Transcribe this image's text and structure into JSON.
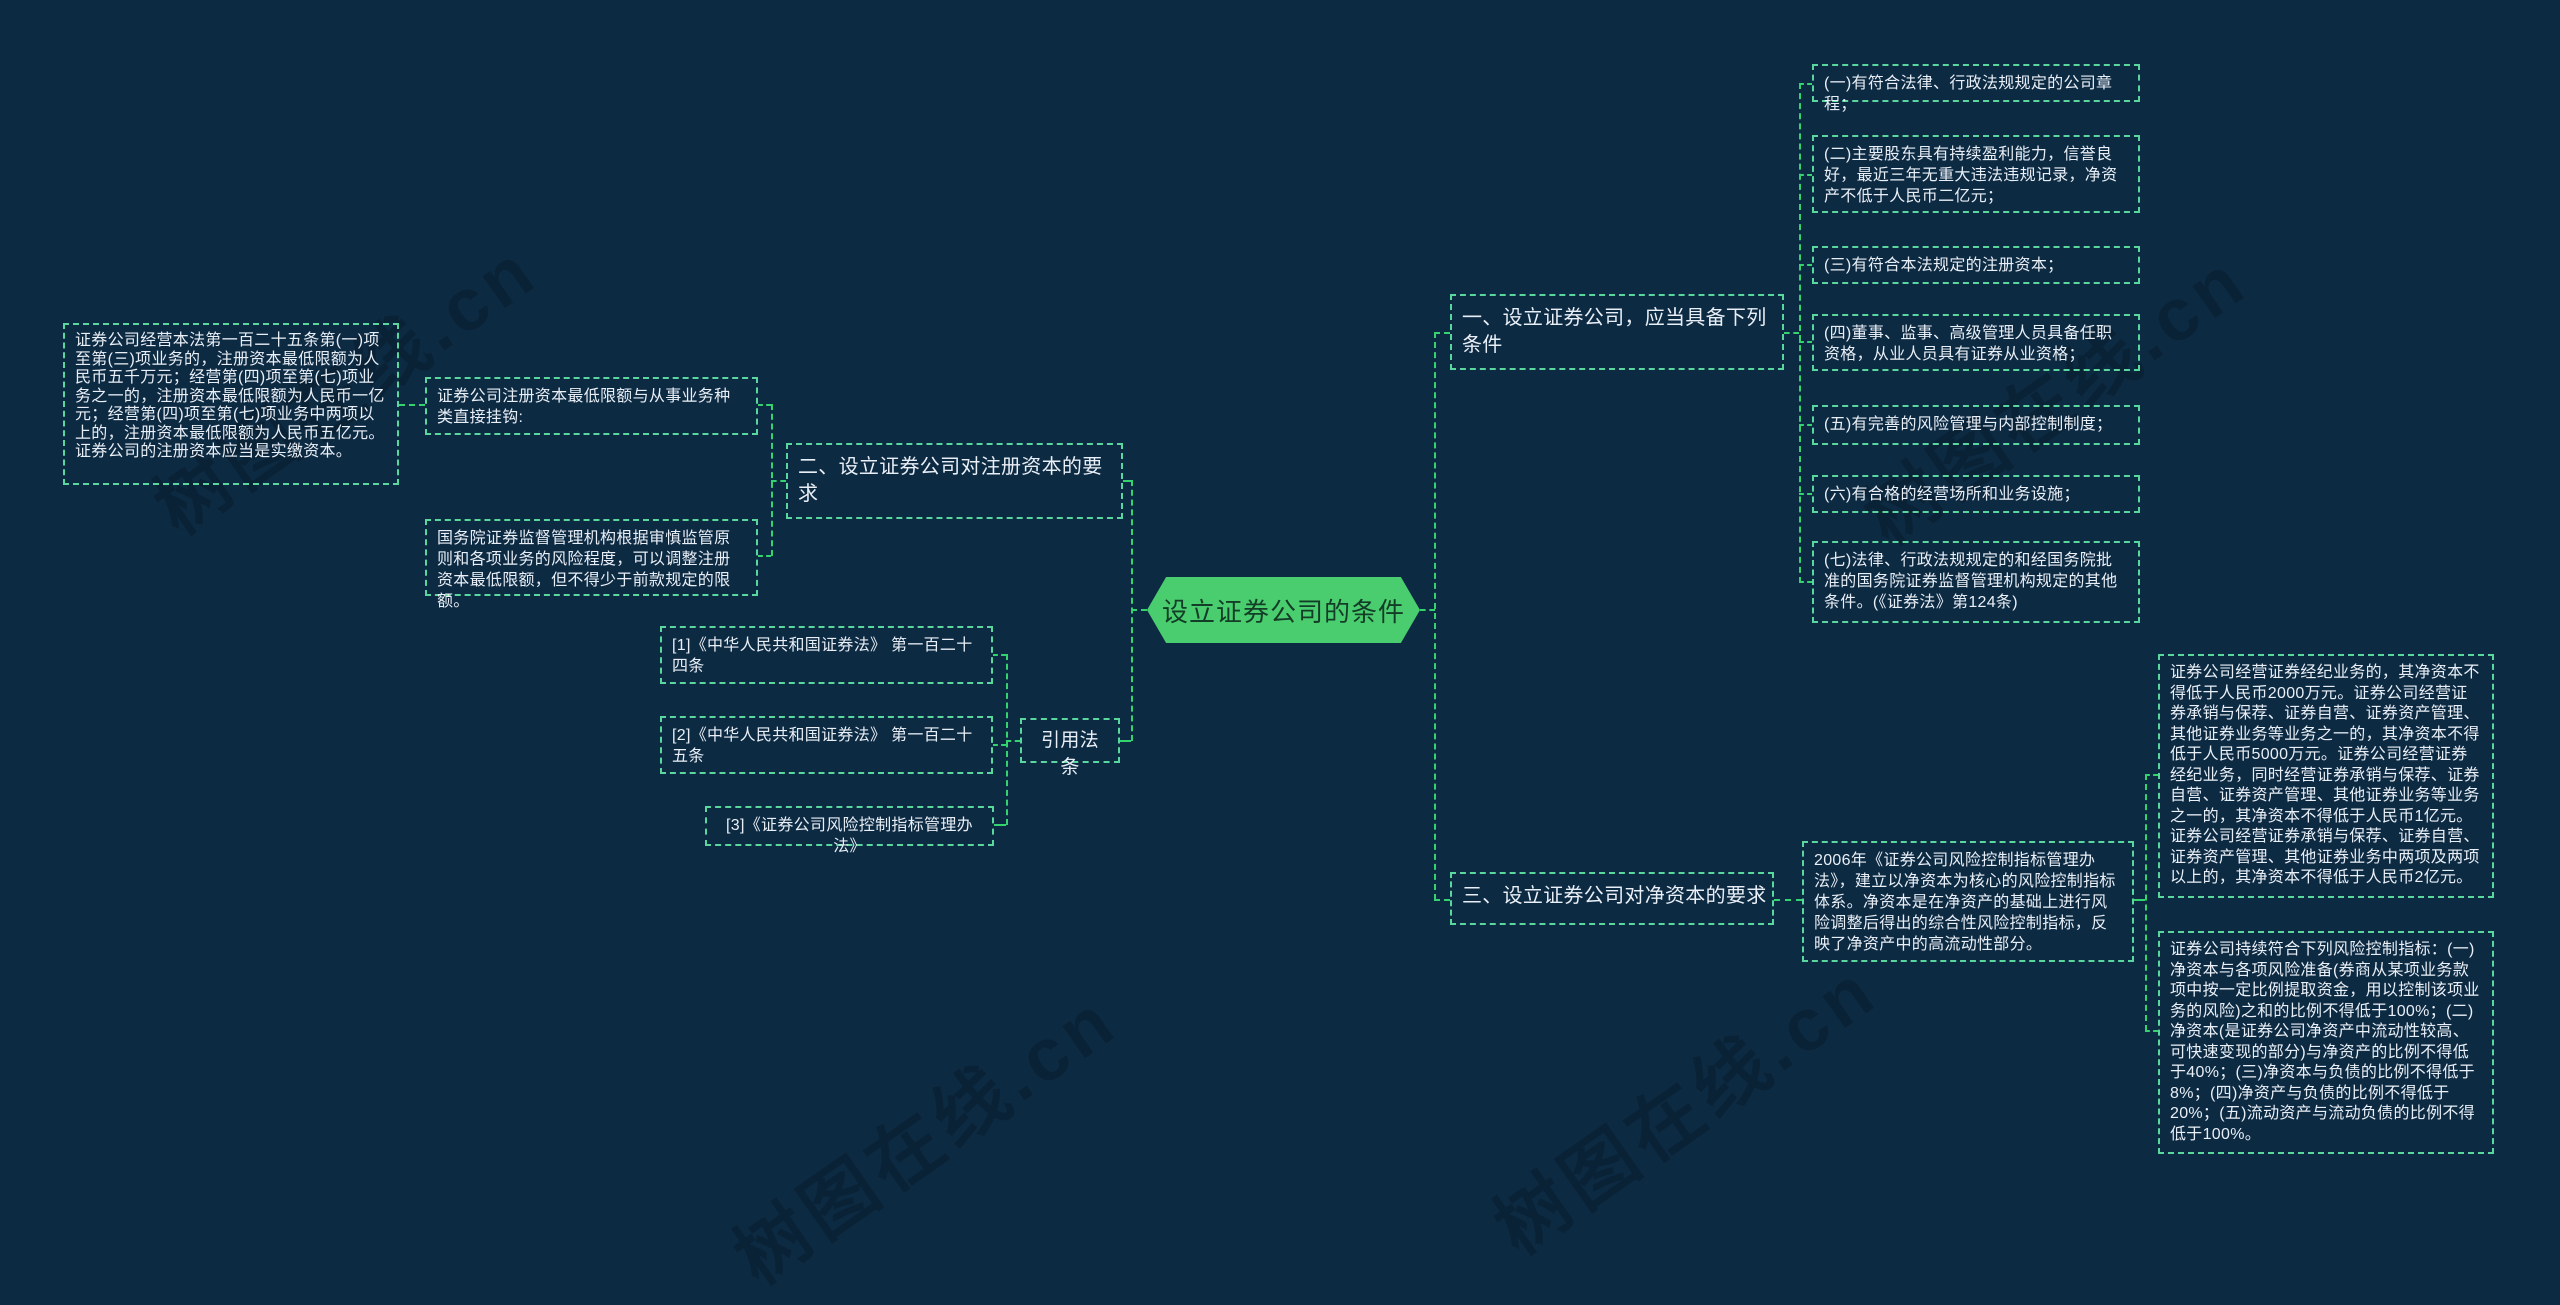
{
  "page": {
    "title": "设立证券公司的条件"
  },
  "center_node": {
    "label": "设立证券公司的条件"
  },
  "branch_conditions": {
    "label": "一、设立证券公司，应当具备下列条件",
    "items": [
      "(一)有符合法律、行政法规规定的公司章程；",
      "(二)主要股东具有持续盈利能力，信誉良好，最近三年无重大违法违规记录，净资产不低于人民币二亿元；",
      "(三)有符合本法规定的注册资本；",
      "(四)董事、监事、高级管理人员具备任职资格，从业人员具有证券从业资格；",
      "(五)有完善的风险管理与内部控制制度；",
      "(六)有合格的经营场所和业务设施；",
      "(七)法律、行政法规规定的和经国务院批准的国务院证券监督管理机构规定的其他条件。(《证券法》第124条)"
    ]
  },
  "branch_registered_capital": {
    "label": "二、设立证券公司对注册资本的要求",
    "link_note": "证券公司注册资本最低限额与从事业务种类直接挂钩:",
    "detail": "证券公司经营本法第一百二十五条第(一)项至第(三)项业务的，注册资本最低限额为人民币五千万元；经营第(四)项至第(七)项业务之一的，注册资本最低限额为人民币一亿元；经营第(四)项至第(七)项业务中两项以上的，注册资本最低限额为人民币五亿元。证券公司的注册资本应当是实缴资本。",
    "adjust_note": "国务院证券监督管理机构根据审慎监管原则和各项业务的风险程度，可以调整注册资本最低限额，但不得少于前款规定的限额。"
  },
  "branch_net_capital": {
    "label": "三、设立证券公司对净资本的要求",
    "intro": "2006年《证券公司风险控制指标管理办法》，建立以净资本为核心的风险控制指标体系。净资本是在净资产的基础上进行风险调整后得出的综合性风险控制指标，反映了净资产中的高流动性部分。",
    "thresholds": "证券公司经营证券经纪业务的，其净资本不得低于人民币2000万元。证券公司经营证券承销与保荐、证券自营、证券资产管理、其他证券业务等业务之一的，其净资本不得低于人民币5000万元。证券公司经营证券经纪业务，同时经营证券承销与保荐、证券自营、证券资产管理、其他证券业务等业务之一的，其净资本不得低于人民币1亿元。证券公司经营证券承销与保荐、证券自营、证券资产管理、其他证券业务中两项及两项以上的，其净资本不得低于人民币2亿元。",
    "risk_indicators": "证券公司持续符合下列风险控制指标：(一)净资本与各项风险准备(券商从某项业务款项中按一定比例提取资金，用以控制该项业务的风险)之和的比例不得低于100%；(二)净资本(是证券公司净资产中流动性较高、可快速变现的部分)与净资产的比例不得低于40%；(三)净资本与负债的比例不得低于8%；(四)净资产与负债的比例不得低于20%；(五)流动资产与流动负债的比例不得低于100%。"
  },
  "citations": {
    "label": "引用法条",
    "items": [
      "[1]《中华人民共和国证券法》 第一百二十四条",
      "[2]《中华人民共和国证券法》 第一百二十五条",
      "[3]《证券公司风险控制指标管理办法》"
    ]
  },
  "watermark": {
    "text": "树图在线.cn"
  },
  "colors": {
    "background": "#0d2a43",
    "node_fill": "#4acd6e",
    "node_text": "#133d26",
    "box_border": "#5ad79e",
    "connector": "#35d36f",
    "box_text": "#e9eff6"
  }
}
